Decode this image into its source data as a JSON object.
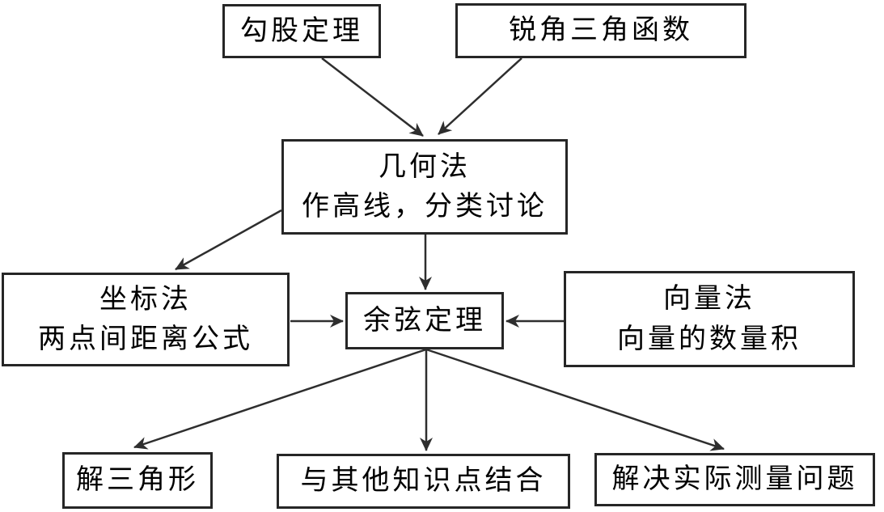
{
  "diagram": {
    "type": "flowchart",
    "language": "zh-CN",
    "topic": "Law of cosines derivation methods concept map",
    "colors": {
      "background": "#ffffff",
      "box_border": "#262626",
      "arrow": "#2e2e2e",
      "text": "#000000"
    },
    "nodes": {
      "pythagorean": {
        "line1": "勾股定理"
      },
      "trig": {
        "line1": "锐角三角函数"
      },
      "geometric": {
        "line1": "几何法",
        "line2": "作高线，分类讨论"
      },
      "coordinate": {
        "line1": "坐标法",
        "line2": "两点间距离公式"
      },
      "cosine": {
        "line1": "余弦定理"
      },
      "vector": {
        "line1": "向量法",
        "line2": "向量的数量积"
      },
      "solve_triangle": {
        "line1": "解三角形"
      },
      "combine": {
        "line1": "与其他知识点结合"
      },
      "practical": {
        "line1": "解决实际测量问题"
      }
    },
    "edges": [
      {
        "from": "勾股定理",
        "to": "几何法"
      },
      {
        "from": "锐角三角函数",
        "to": "几何法"
      },
      {
        "from": "几何法",
        "to": "坐标法"
      },
      {
        "from": "几何法",
        "to": "余弦定理"
      },
      {
        "from": "坐标法",
        "to": "余弦定理"
      },
      {
        "from": "向量法",
        "to": "余弦定理"
      },
      {
        "from": "余弦定理",
        "to": "解三角形"
      },
      {
        "from": "余弦定理",
        "to": "与其他知识点结合"
      },
      {
        "from": "余弦定理",
        "to": "解决实际测量问题"
      }
    ]
  }
}
